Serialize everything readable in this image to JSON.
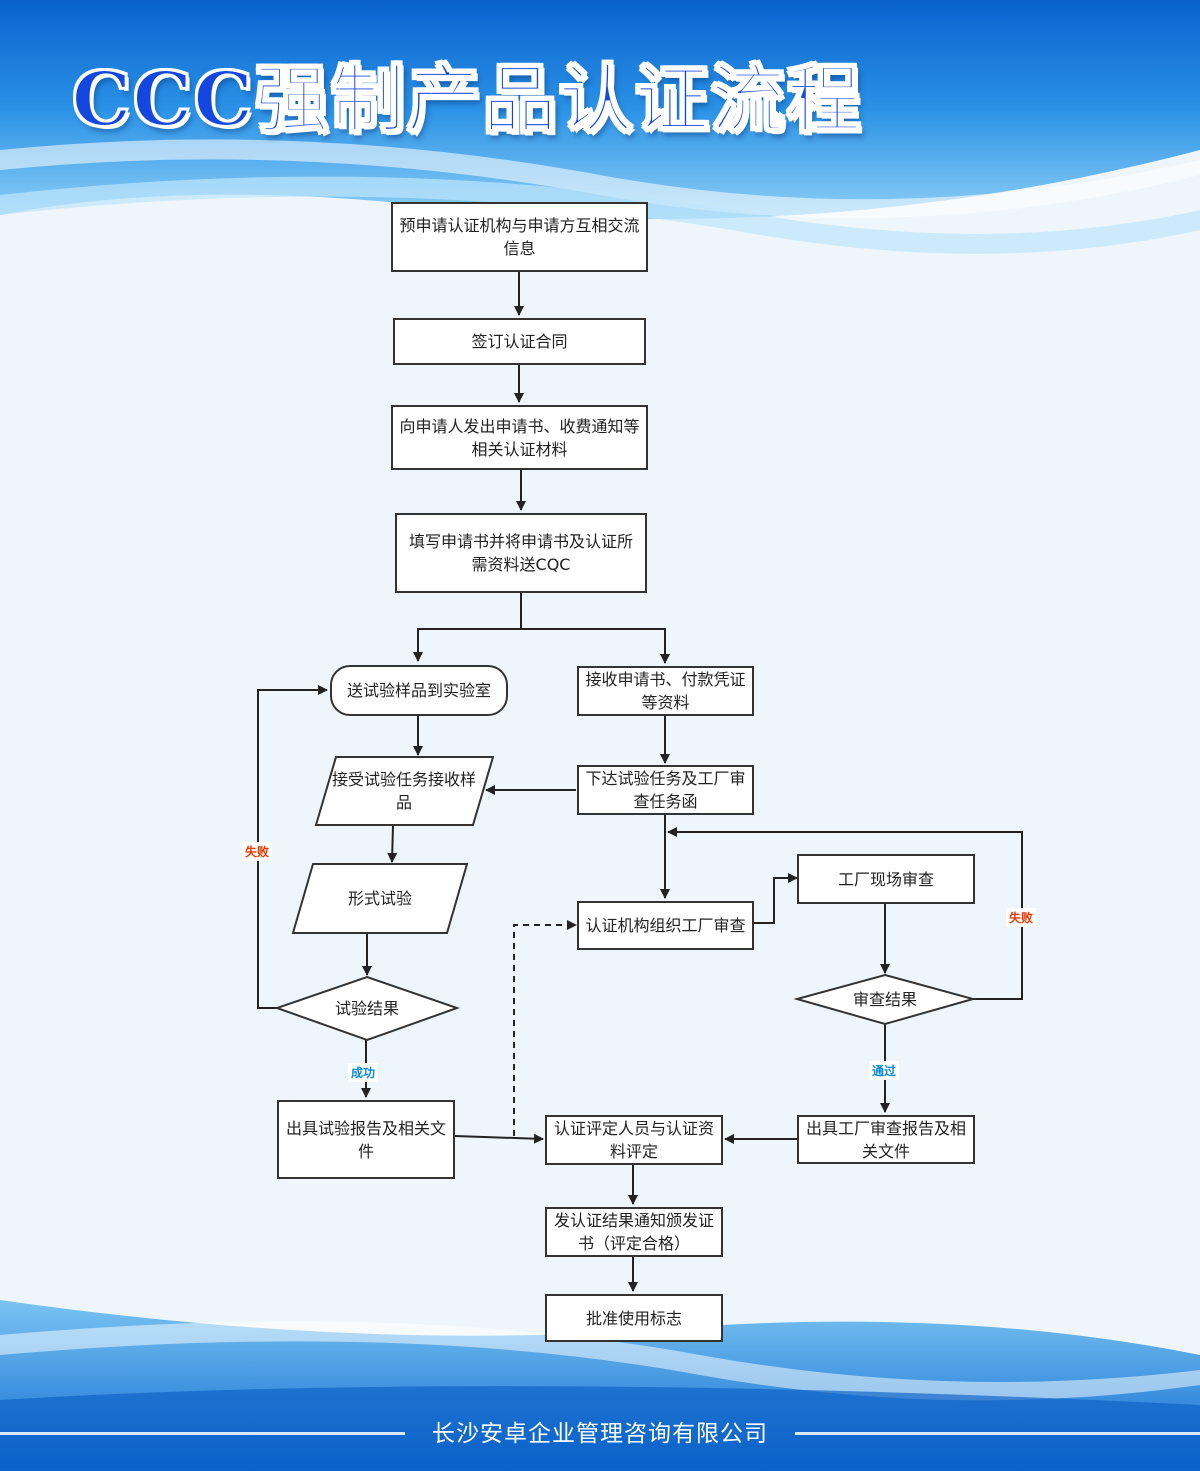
{
  "title": "CCC强制产品认证流程",
  "colors": {
    "title": "#1446e0",
    "fail": "#e63a00",
    "pass": "#0a8bd8",
    "line": "#333333"
  },
  "flow": {
    "exchange_info": "预申请认证机构与申请方互相交流信息",
    "sign_contract": "签订认证合同",
    "issue_forms": "向申请人发出申请书、收费通知等相关认证材料",
    "submit_forms": "填写申请书并将申请书及认证所需资料送CQC",
    "send_samples": "送试验样品到实验室",
    "receive_forms": "接收申请书、付款凭证等资料",
    "accept_task": "接受试验任务接收样品",
    "issue_task": "下达试验任务及工厂审查任务函",
    "type_test": "形式试验",
    "org_factory_audit": "认证机构组织工厂审查",
    "onsite_audit": "工厂现场审查",
    "test_result": "试验结果",
    "audit_result": "审查结果",
    "test_report": "出具试验报告及相关文件",
    "evaluation": "认证评定人员与认证资料评定",
    "audit_report": "出具工厂审查报告及相关文件",
    "notify_result": "发认证结果通知颁发证书（评定合格）",
    "approve_mark": "批准使用标志"
  },
  "labels": {
    "fail_left": "失败",
    "success": "成功",
    "fail_right": "失败",
    "pass": "通过"
  },
  "footer": "长沙安卓企业管理咨询有限公司"
}
